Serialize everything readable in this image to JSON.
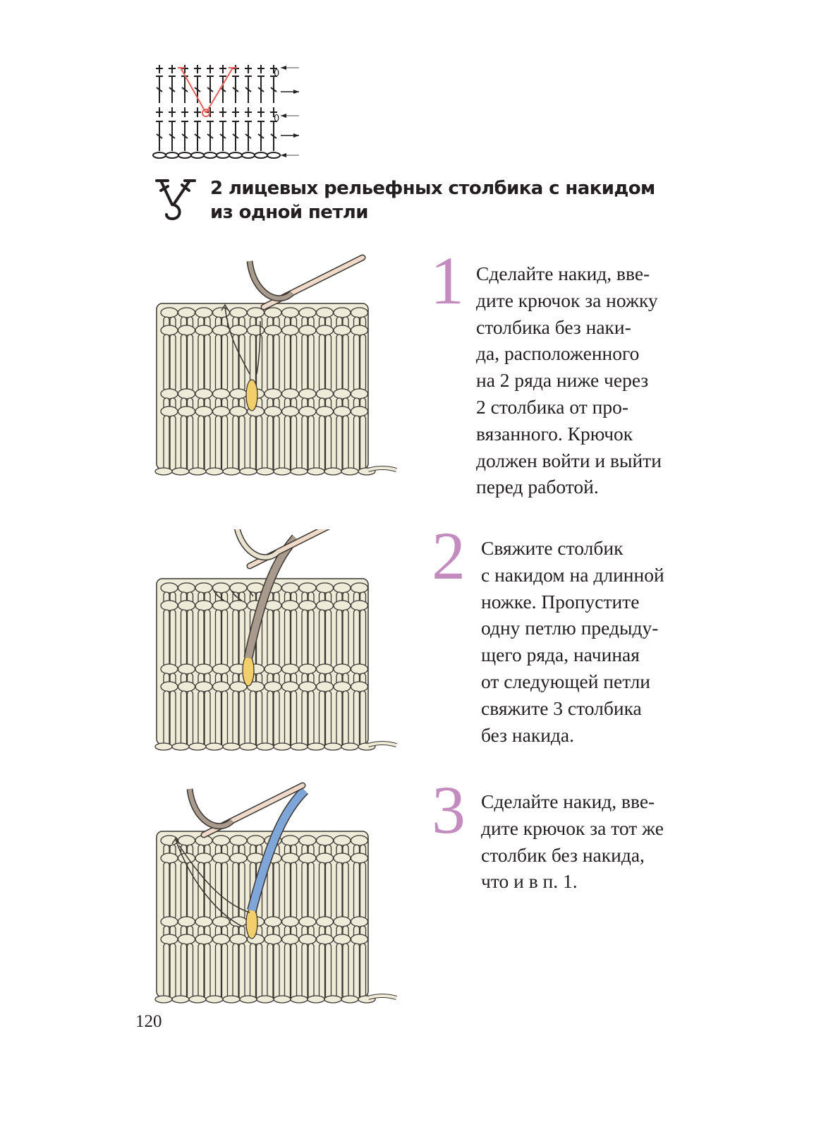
{
  "title": {
    "line1": "2 лицевых рельефных столбика с накидом",
    "line2": "из одной петли"
  },
  "steps": [
    {
      "number": "1",
      "text": "Сделайте накид, вве-\nдите крючок за ножку\nстолбика без наки-\nда, расположенного\nна 2 ряда ниже через\n2 столбика от про-\nвязанного. Крючок\nдолжен войти и выйти\nперед работой."
    },
    {
      "number": "2",
      "text": "Свяжите столбик\nс накидом на длинной\nножке. Пропустите\nодну петлю предыду-\nщего ряда, начиная\nот следующей петли\nсвяжите 3 столбика\nбез накида."
    },
    {
      "number": "3",
      "text": "Сделайте накид, вве-\nдите крючок за тот же\nстолбик без накида,\nчто и в п. 1."
    }
  ],
  "chart_labels": {
    "chain0": "0"
  },
  "page_number": "120",
  "colors": {
    "accent": "#c48bbf",
    "chart_highlight": "#e8605a",
    "yarn": "#efebd9",
    "hook": "#efd9c8",
    "gray_yarn": "#a89a8c",
    "yellow": "#f2cf6b",
    "blue": "#7fa6d8"
  }
}
